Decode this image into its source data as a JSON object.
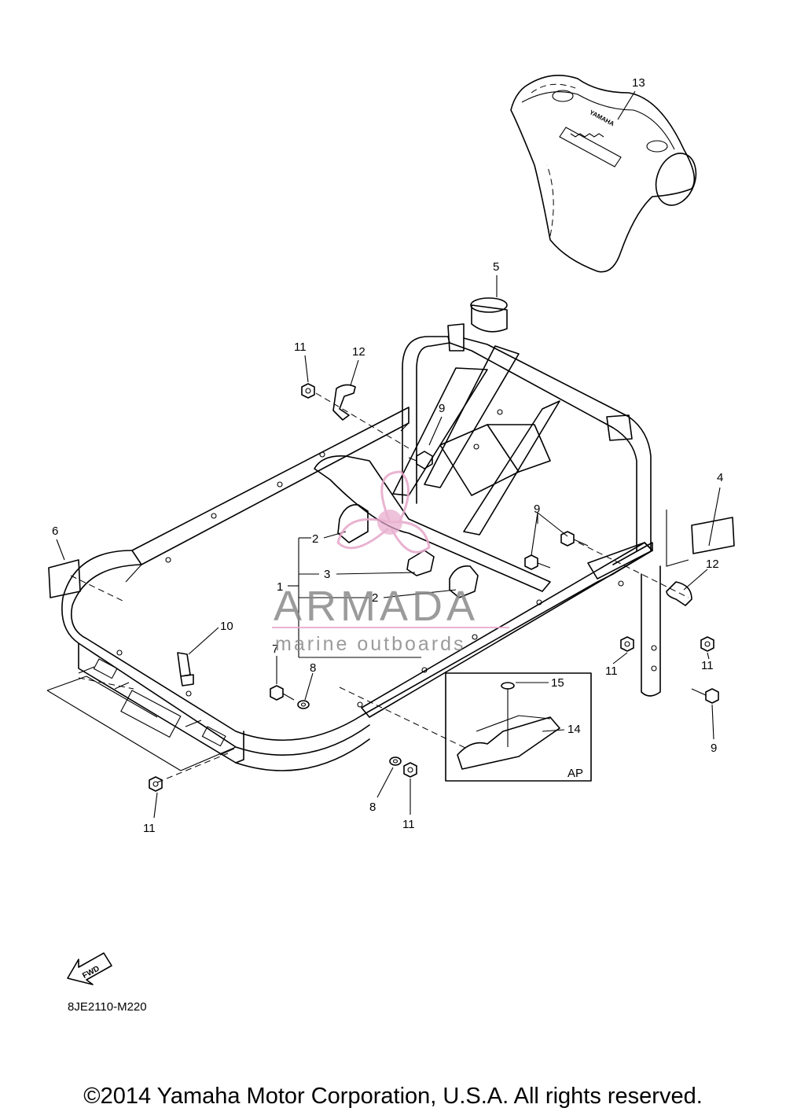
{
  "diagram": {
    "callouts": {
      "c1": "1",
      "c2a": "2",
      "c2b": "2",
      "c3": "3",
      "c4": "4",
      "c5": "5",
      "c6": "6",
      "c7": "7",
      "c8a": "8",
      "c8b": "8",
      "c9a": "9",
      "c9b": "9",
      "c9c": "9",
      "c10": "10",
      "c11a": "11",
      "c11b": "11",
      "c11c": "11",
      "c11d": "11",
      "c11e": "11",
      "c12a": "12",
      "c12b": "12",
      "c13": "13",
      "c14": "14",
      "c15": "15"
    },
    "inset_label": "AP",
    "fwd_label": "FWD",
    "cover_brand": "YAMAHA"
  },
  "watermark": {
    "brand": "ARMADA",
    "tagline": "marine outboards",
    "color": "#e6a6c9"
  },
  "diagram_code": "8JE2110-M220",
  "copyright": "©2014 Yamaha Motor Corporation, U.S.A. All rights reserved."
}
